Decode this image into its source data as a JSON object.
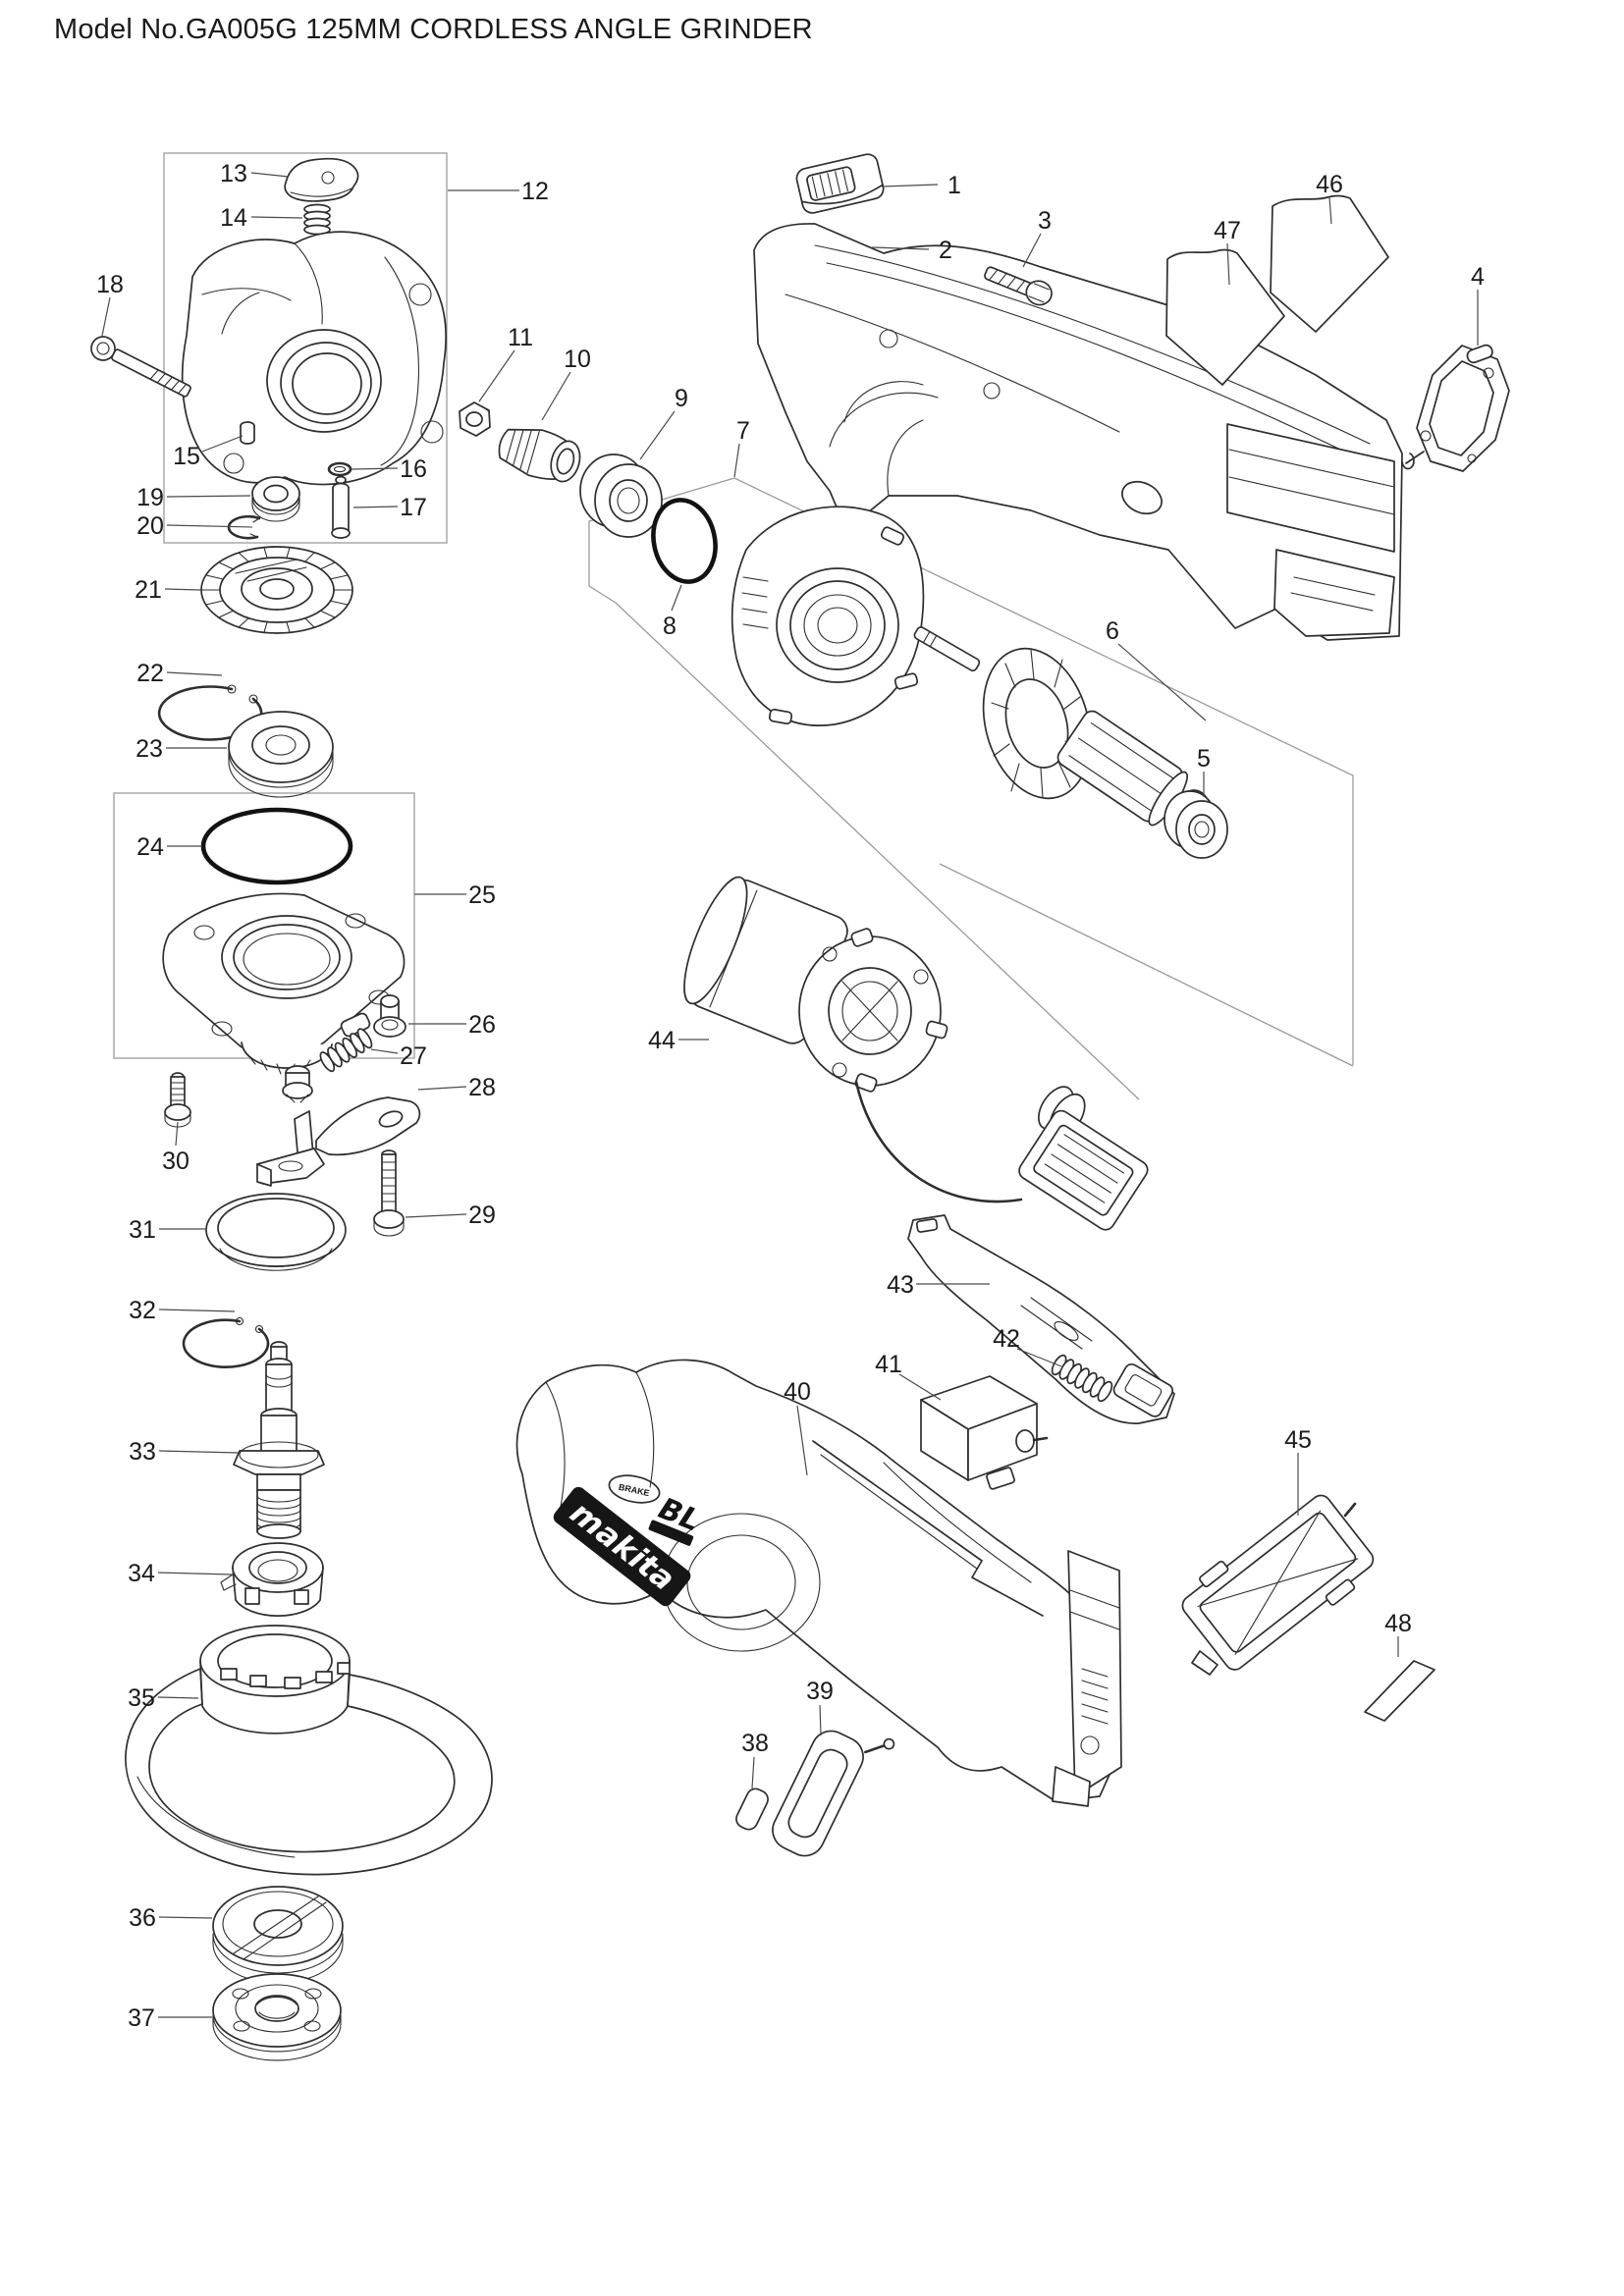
{
  "title": "Model No.GA005G 125MM CORDLESS ANGLE GRINDER",
  "logo": {
    "makita": "makita",
    "bl": "BL",
    "brake": "BRAKE"
  },
  "colors": {
    "background": "#ffffff",
    "line_art": "#2e2e2e",
    "label_text": "#1b1b1b",
    "leader_line": "#4a4a4a",
    "group_box": "#9a9a9a",
    "o_ring": "#121212",
    "logo_band": "#161616"
  },
  "parts": [
    {
      "num": "1"
    },
    {
      "num": "2"
    },
    {
      "num": "3"
    },
    {
      "num": "4"
    },
    {
      "num": "5"
    },
    {
      "num": "6"
    },
    {
      "num": "7"
    },
    {
      "num": "8"
    },
    {
      "num": "9"
    },
    {
      "num": "10"
    },
    {
      "num": "11"
    },
    {
      "num": "12"
    },
    {
      "num": "13"
    },
    {
      "num": "14"
    },
    {
      "num": "15"
    },
    {
      "num": "16"
    },
    {
      "num": "17"
    },
    {
      "num": "18"
    },
    {
      "num": "19"
    },
    {
      "num": "20"
    },
    {
      "num": "21"
    },
    {
      "num": "22"
    },
    {
      "num": "23"
    },
    {
      "num": "24"
    },
    {
      "num": "25"
    },
    {
      "num": "26"
    },
    {
      "num": "27"
    },
    {
      "num": "28"
    },
    {
      "num": "29"
    },
    {
      "num": "30"
    },
    {
      "num": "31"
    },
    {
      "num": "32"
    },
    {
      "num": "33"
    },
    {
      "num": "34"
    },
    {
      "num": "35"
    },
    {
      "num": "36"
    },
    {
      "num": "37"
    },
    {
      "num": "38"
    },
    {
      "num": "39"
    },
    {
      "num": "40"
    },
    {
      "num": "41"
    },
    {
      "num": "42"
    },
    {
      "num": "43"
    },
    {
      "num": "44"
    },
    {
      "num": "45"
    },
    {
      "num": "46"
    },
    {
      "num": "47"
    },
    {
      "num": "48"
    }
  ]
}
